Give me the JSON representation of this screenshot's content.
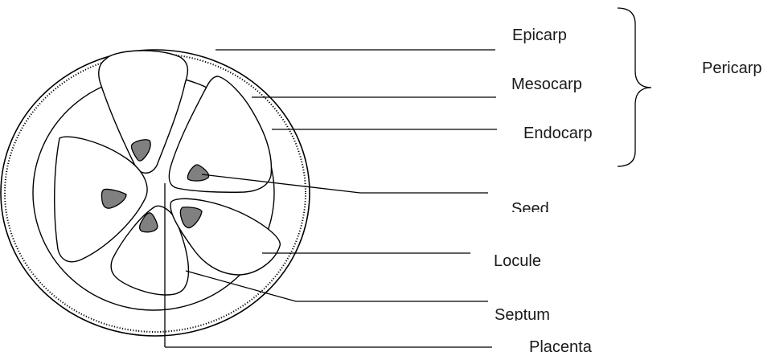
{
  "diagram": {
    "labels": {
      "epicarp": "Epicarp",
      "mesocarp": "Mesocarp",
      "endocarp": "Endocarp",
      "pericarp": "Pericarp",
      "seed": "Seed",
      "locule": "Locule",
      "septum": "Septum",
      "placenta": "Placenta"
    }
  }
}
